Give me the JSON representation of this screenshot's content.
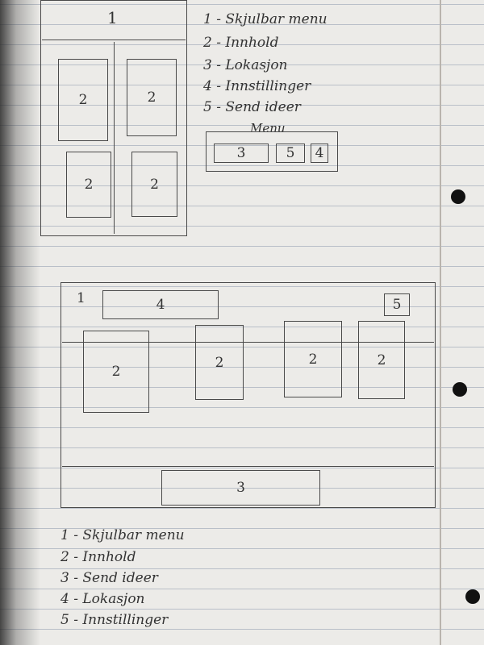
{
  "mobile": {
    "header_num": "1",
    "card_num": "2",
    "legend": [
      "1 - Skjulbar menu",
      "2 - Innhold",
      "3 - Lokasjon",
      "4 - Innstillinger",
      "5 - Send ideer"
    ],
    "menu": {
      "title": "Menu",
      "item_a": "3",
      "item_b": "5",
      "item_c": "4"
    }
  },
  "desktop": {
    "menu_num": "1",
    "location_num": "4",
    "ideas_num": "5",
    "card_num": "2",
    "footer_num": "3",
    "legend": [
      "1 - Skjulbar menu",
      "2 - Innhold",
      "3 - Send ideer",
      "4 - Lokasjon",
      "5 - Innstillinger"
    ]
  }
}
